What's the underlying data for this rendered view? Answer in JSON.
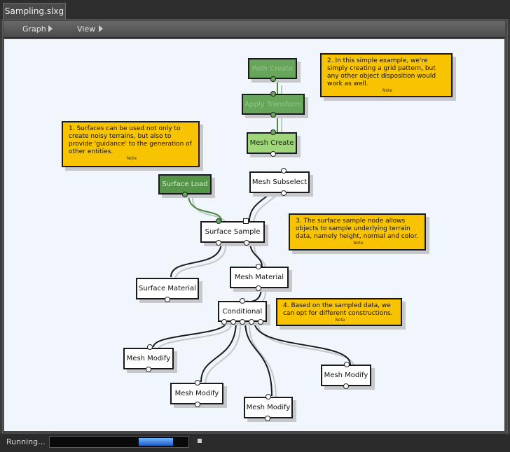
{
  "tab": {
    "title": "Sampling.slxg"
  },
  "menu": {
    "graph": "Graph",
    "view": "View"
  },
  "nodes": {
    "path_create": "Path Create",
    "apply_transform": "Apply Transform",
    "mesh_create": "Mesh Create",
    "surface_load": "Surface Load",
    "mesh_subselect": "Mesh Subselect",
    "surface_sample": "Surface Sample",
    "surface_material": "Surface Material",
    "mesh_material": "Mesh Material",
    "conditional": "Conditional",
    "mesh_modify_1": "Mesh Modify",
    "mesh_modify_2": "Mesh Modify",
    "mesh_modify_3": "Mesh Modify",
    "mesh_modify_4": "Mesh Modify"
  },
  "notes": [
    {
      "text": "2. In this simple example, we're simply creating a grid pattern, but any other object disposition would work as well.",
      "tag": "Note"
    },
    {
      "text": "1. Surfaces can be used not only to create noisy terrains, but also to provide 'guidance' to the generation of other entities.",
      "tag": "Note"
    },
    {
      "text": "3. The surface sample node allows objects to sample underlying terrain data, namely height, normal and color.",
      "tag": "Note"
    },
    {
      "text": "4. Based on the sampled data, we can opt for different constructions.",
      "tag": "Note"
    }
  ],
  "status": {
    "text": "Running...",
    "progress": 0.25
  },
  "colors": {
    "note": "#f8c300",
    "node_dark_green": "#55954a",
    "node_light_green": "#a0d67a",
    "canvas": "#f0f6fc"
  }
}
